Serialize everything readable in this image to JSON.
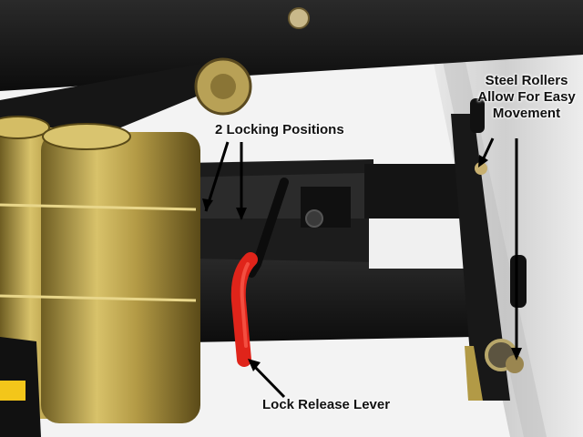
{
  "image": {
    "subject": "Roller jack lock mechanism photo"
  },
  "callouts": {
    "locking_positions": "2 Locking Positions",
    "steel_rollers": "Steel Rollers Allow For Easy Movement",
    "lock_release_lever": "Lock Release Lever"
  },
  "colors": {
    "steel_black": "#141414",
    "cylinder_gold": "#b9a24c",
    "lever_red": "#e0241a",
    "background": "#f3f3f3"
  }
}
